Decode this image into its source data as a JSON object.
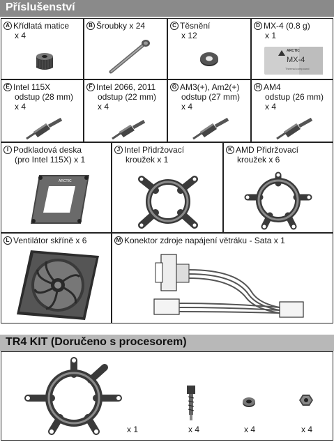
{
  "sections": {
    "accessories_title": "Příslušenství",
    "tr4_title": "TR4 KIT (Doručeno s procesorem)"
  },
  "items": {
    "A": {
      "badge": "A",
      "line1": "Křídlatá matice",
      "line2": "x 4"
    },
    "B": {
      "badge": "B",
      "line1": "Šroubky x 24"
    },
    "C": {
      "badge": "C",
      "line1": "Těsnění",
      "line2": "x 12"
    },
    "D": {
      "badge": "D",
      "line1": "MX-4 (0.8 g)",
      "line2": "x 1",
      "product_brand": "ARCTIC",
      "product_name": "MX-4",
      "product_sub": "Thermal compound"
    },
    "E": {
      "badge": "E",
      "line1": "Intel 115X",
      "line2": "odstup (28 mm)",
      "line3": "x 4"
    },
    "F": {
      "badge": "F",
      "line1": "Intel 2066, 2011",
      "line2": "odstup (22 mm)",
      "line3": "x 4"
    },
    "G": {
      "badge": "G",
      "line1": "AM3(+), Am2(+)",
      "line2": "odstup (27 mm)",
      "line3": "x 4"
    },
    "H": {
      "badge": "H",
      "line1": "AM4",
      "line2": "odstup (26 mm)",
      "line3": "x 4"
    },
    "I": {
      "badge": "I",
      "line1": "Podkladová deska",
      "line2": "(pro Intel 115X) x 1",
      "plate_text": "ARCTIC"
    },
    "J": {
      "badge": "J",
      "line1": "Intel Přidržovací",
      "line2": "kroužek x 1"
    },
    "K": {
      "badge": "K",
      "line1": "AMD Přidržovací",
      "line2": "kroužek x 6"
    },
    "L": {
      "badge": "L",
      "line1": "Ventilátor skříně x 6"
    },
    "M": {
      "badge": "M",
      "line1": "Konektor zdroje napájení větráku - Sata x 1"
    }
  },
  "tr4": {
    "q1": "x 1",
    "q2": "x 4",
    "q3": "x 4",
    "q4": "x 4"
  }
}
